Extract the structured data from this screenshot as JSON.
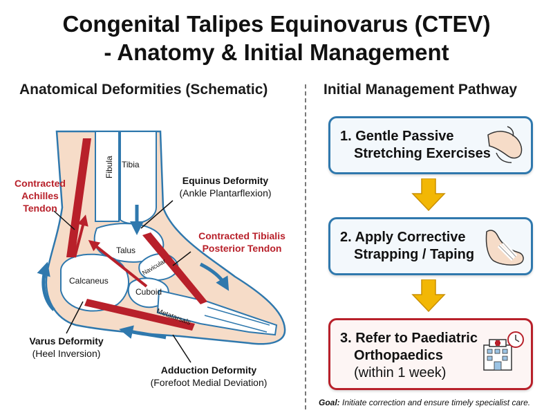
{
  "title": {
    "line1": "Congenital Talipes Equinovarus (CTEV)",
    "line2": "- Anatomy & Initial Management"
  },
  "left_panel": {
    "heading": "Anatomical Deformities (Schematic)",
    "bones": {
      "fibula": "Fibula",
      "tibia": "Tibia",
      "talus": "Talus",
      "calcaneus": "Calcaneus",
      "navicular": "Navicular",
      "cuboid": "Cuboid",
      "metatarsals": "Metatarsals"
    },
    "labels": {
      "achilles": [
        "Contracted",
        "Achilles",
        "Tendon"
      ],
      "tibialis": [
        "Contracted Tibialis",
        "Posterior Tendon"
      ],
      "equinus_title": "Equinus Deformity",
      "equinus_sub": "(Ankle Plantarflexion)",
      "varus_title": "Varus Deformity",
      "varus_sub": "(Heel Inversion)",
      "adduction_title": "Adduction Deformity",
      "adduction_sub": "(Forefoot Medial Deviation)"
    }
  },
  "right_panel": {
    "heading": "Initial Management Pathway",
    "steps": [
      {
        "line1": "1. Gentle Passive",
        "line2": "Stretching Exercises",
        "icon": "foot-stretch-icon"
      },
      {
        "line1": "2. Apply Corrective",
        "line2": "Strapping / Taping",
        "icon": "taped-foot-icon"
      },
      {
        "line1": "3. Refer to Paediatric",
        "line2": "Orthopaedics",
        "line3": "(within 1 week)",
        "icon": "hospital-clock-icon"
      }
    ],
    "goal_label": "Goal:",
    "goal_text": " Initiate correction and ensure timely specialist care."
  },
  "colors": {
    "tendon_red": "#b8202a",
    "arrow_blue": "#2f78ad",
    "pathway_arrow": "#f2b705",
    "skin": "#f6dcc8",
    "bone_fill": "#ffffff",
    "bone_stroke": "#2f78ad"
  }
}
